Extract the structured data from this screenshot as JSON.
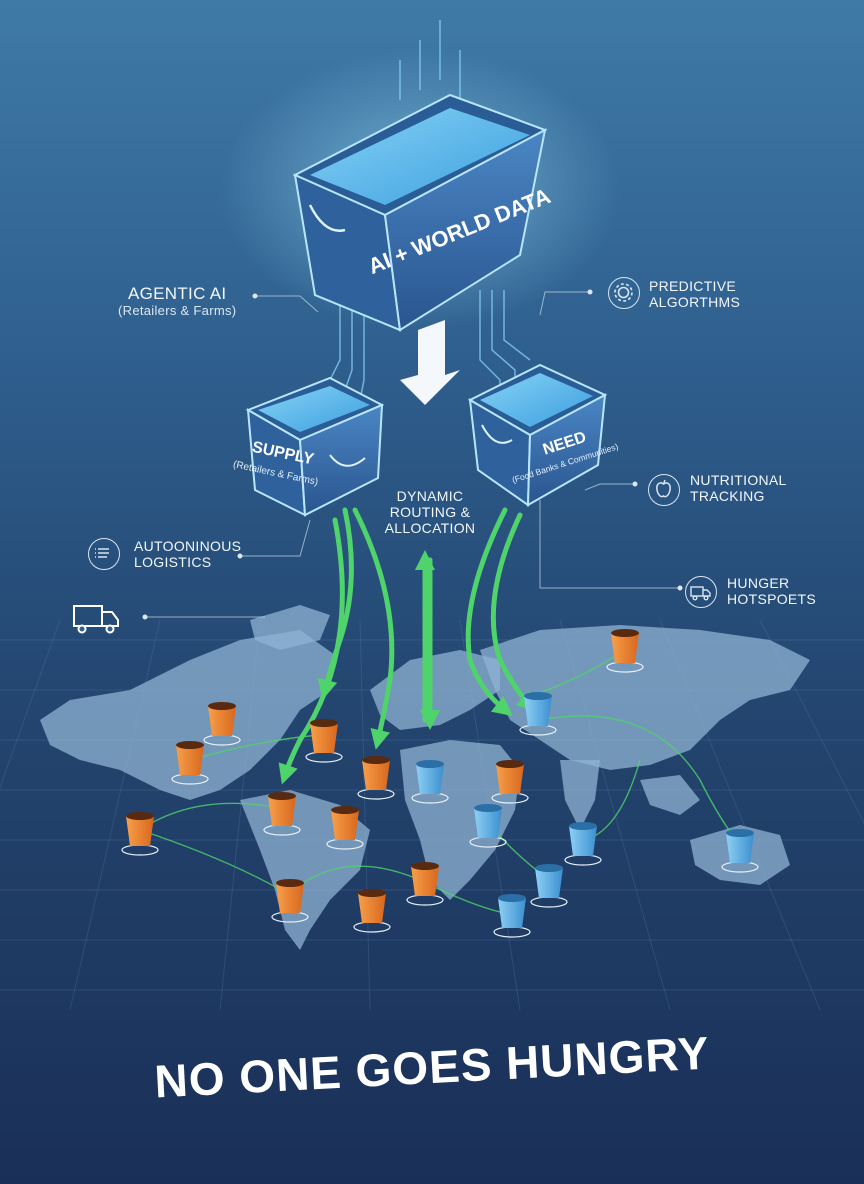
{
  "top_bin": {
    "label": "AI + WORLD DATA"
  },
  "supply_bin": {
    "label": "SUPPLY",
    "sub": "(Retailers & Farms)"
  },
  "need_bin": {
    "label": "NEED",
    "sub": "(Food Banks & Communities)"
  },
  "center": {
    "label_1": "DYNAMIC",
    "label_2": "ROUTING &",
    "label_3": "ALLOCATION"
  },
  "callouts": {
    "agentic": {
      "title": "AGENTIC AI",
      "sub": "(Retailers & Farms)"
    },
    "predictive": {
      "title_1": "PREDICTIVE",
      "title_2": "ALGORTHMS",
      "icon": "gear-icon"
    },
    "nutritional": {
      "title_1": "NUTRITIONAL",
      "title_2": "TRACKING",
      "icon": "apple-icon"
    },
    "logistics": {
      "title_1": "AUTOONINOUS",
      "title_2": "LOGISTICS",
      "icon": "list-icon"
    },
    "hunger": {
      "title_1": "HUNGER",
      "title_2": "HOTSPOETS",
      "icon": "truck-icon"
    },
    "truck": {
      "icon": "delivery-truck-icon"
    }
  },
  "headline": "NO ONE GOES HUNGRY",
  "colors": {
    "supply": "#f07f2c",
    "need": "#5fb1e3",
    "flow": "#4fd36b",
    "land": "#8fb3d3"
  }
}
